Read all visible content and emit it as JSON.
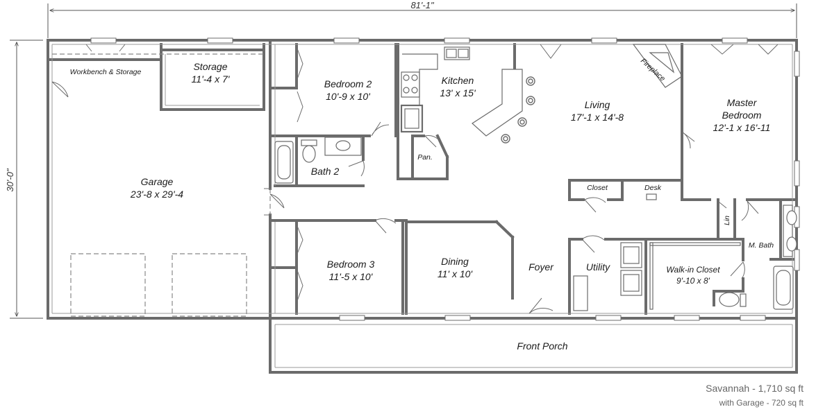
{
  "overall_width": "81'-1\"",
  "overall_depth": "30'-0\"",
  "rooms": {
    "workbench": {
      "name": "Workbench & Storage"
    },
    "storage": {
      "name": "Storage",
      "dim": "11'-4 x 7'"
    },
    "garage": {
      "name": "Garage",
      "dim": "23'-8 x 29'-4"
    },
    "bedroom2": {
      "name": "Bedroom 2",
      "dim": "10'-9 x 10'"
    },
    "bath2": {
      "name": "Bath 2"
    },
    "kitchen": {
      "name": "Kitchen",
      "dim": "13' x 15'"
    },
    "pantry": {
      "name": "Pan."
    },
    "living": {
      "name": "Living",
      "dim": "17'-1 x 14'-8"
    },
    "fireplace": {
      "name": "Fireplace"
    },
    "master": {
      "name1": "Master",
      "name2": "Bedroom",
      "dim": "12'-1 x 16'-11"
    },
    "closet": {
      "name": "Closet"
    },
    "desk": {
      "name": "Desk"
    },
    "linen": {
      "name": "Lin"
    },
    "mbath": {
      "name": "M. Bath"
    },
    "bedroom3": {
      "name": "Bedroom 3",
      "dim": "11'-5 x 10'"
    },
    "dining": {
      "name": "Dining",
      "dim": "11' x 10'"
    },
    "foyer": {
      "name": "Foyer"
    },
    "utility": {
      "name": "Utility"
    },
    "walkin": {
      "name": "Walk-in Closet",
      "dim": "9'-10 x 8'"
    },
    "porch": {
      "name": "Front Porch"
    }
  },
  "caption": {
    "line1": "Savannah - 1,710 sq ft",
    "line2": "with Garage - 720 sq ft"
  }
}
